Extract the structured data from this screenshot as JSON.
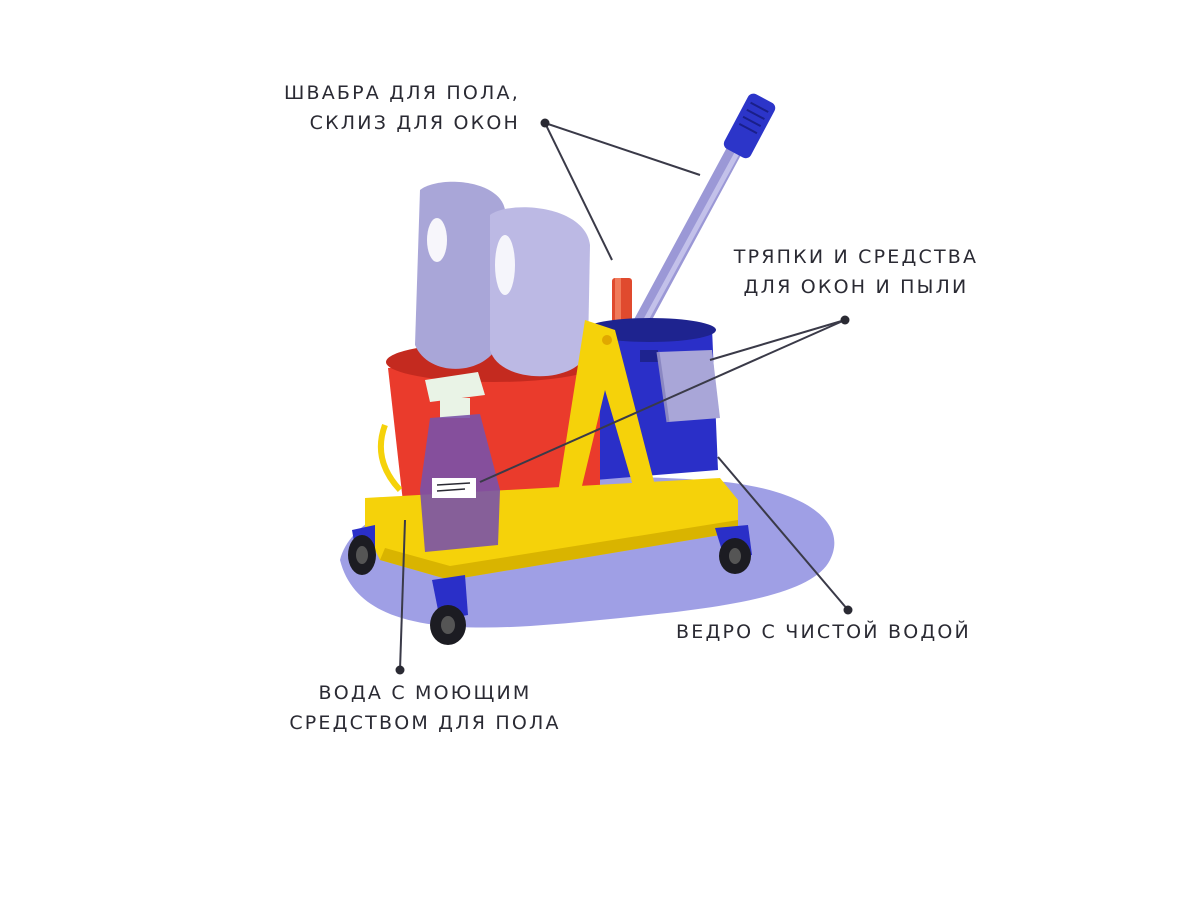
{
  "labels": {
    "mop": {
      "line1": "ШВАБРА ДЛЯ ПОЛА,",
      "line2": "СКЛИЗ ДЛЯ ОКОН"
    },
    "rags": {
      "line1": "ТРЯПКИ И СРЕДСТВА",
      "line2": "ДЛЯ ОКОН И ПЫЛИ"
    },
    "clean_bucket": {
      "line1": "ВЕДРО С ЧИСТОЙ ВОДОЙ"
    },
    "soap_water": {
      "line1": "ВОДА С МОЮЩИМ",
      "line2": "СРЕДСТВОМ ДЛЯ ПОЛА"
    }
  },
  "colors": {
    "background": "#ffffff",
    "text": "#2a2a33",
    "leader_line": "#3a3a48",
    "red_bucket": "#ea3b2c",
    "blue_bucket": "#2a2fc8",
    "yellow_cart": "#f5d20a",
    "lavender": "#a9a6d8",
    "shadow": "#8e8ee0",
    "spray_bottle": "#7a52a8"
  },
  "icons": {
    "illustration": "cleaning-cart-illustration",
    "mop_head": "mop-wringer-icon",
    "spray": "spray-bottle-icon",
    "rag": "rag-icon",
    "wheel": "wheel-icon"
  }
}
